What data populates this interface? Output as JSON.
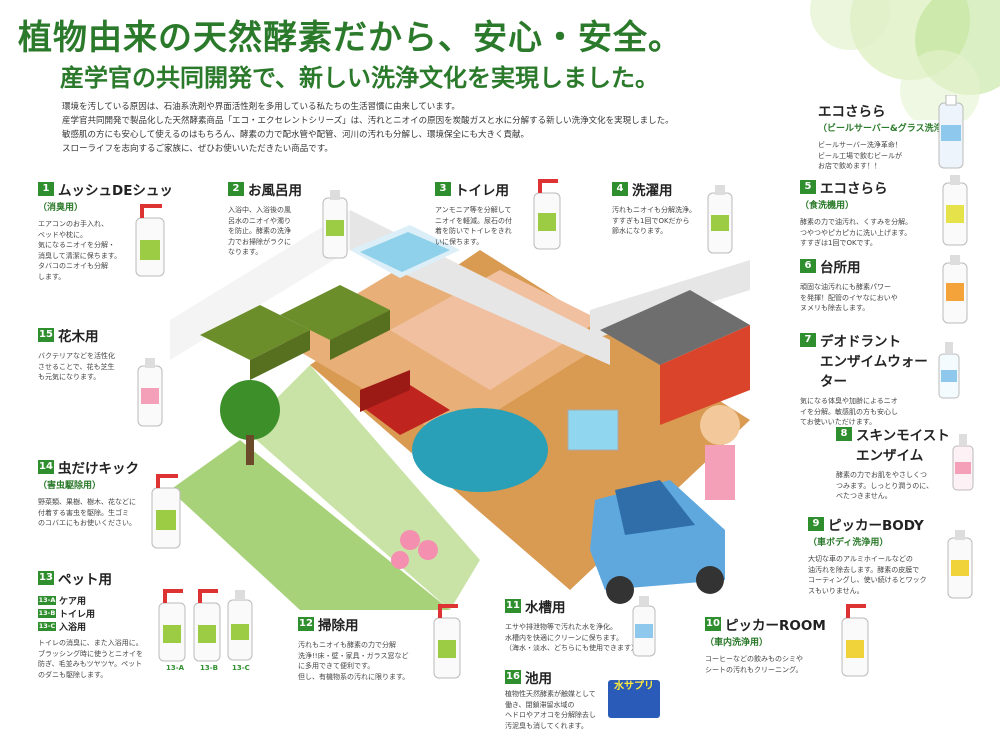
{
  "title": "植物由来の天然酵素だから、安心・安全。",
  "subtitle": "産学官の共同開発で、新しい洗浄文化を実現しました。",
  "intro": [
    "環境を汚している原因は、石油系洗剤や界面活性剤を多用している私たちの生活習慣に由来しています。",
    "産学官共同開発で製品化した天然酵素商品「エコ・エクセレントシリーズ」は、汚れとニオイの原因を炭酸ガスと水に分解する新しい洗浄文化を実現しました。",
    "敏感肌の方にも安心して使えるのはもちろん、酵素の力で配水管や配管、河川の汚れも分解し、環境保全にも大きく貢献。",
    "スローライフを志向するご家族に、ぜひお使いいただきたい商品です。"
  ],
  "beer": {
    "name": "エコさらら",
    "sub": "（ビールサーバー&グラス洗浄酵素）",
    "desc": [
      "ビールサーバー洗浄革命！",
      "ビール工場で飲むビールが",
      "お店で飲めます！！"
    ]
  },
  "products": {
    "p1": {
      "num": "1",
      "name": "ムッシュDEシュッ",
      "sub": "（消臭用）",
      "desc": [
        "エアコンのお手入れ、",
        "ベッドや枕に。",
        "気になるニオイを分解・",
        "消臭して清潔に保ちます。",
        "タバコのニオイも分解",
        "します。"
      ]
    },
    "p2": {
      "num": "2",
      "name": "お風呂用",
      "desc": [
        "入浴中、入浴後の風",
        "呂水のニオイや濁り",
        "を防止。酵素の洗浄",
        "力でお掃除がラクに",
        "なります。"
      ]
    },
    "p3": {
      "num": "3",
      "name": "トイレ用",
      "desc": [
        "アンモニア等を分解して",
        "ニオイを軽減。尿石の付",
        "着を防いでトイレをきれ",
        "いに保ちます。"
      ]
    },
    "p4": {
      "num": "4",
      "name": "洗濯用",
      "desc": [
        "汚れもニオイも分解洗浄。",
        "すすぎも1回でOKだから",
        "節水になります。"
      ]
    },
    "p5": {
      "num": "5",
      "name": "エコさらら",
      "sub": "（食洗機用）",
      "desc": [
        "酵素の力で油汚れ、くすみを分解。",
        "つやつやピカピカに洗い上げます。",
        "すすぎは1回でOKです。"
      ]
    },
    "p6": {
      "num": "6",
      "name": "台所用",
      "desc": [
        "頑固な油汚れにも酵素パワー",
        "を発揮！配管のイヤなにおいや",
        "ヌメリも除去します。"
      ]
    },
    "p7": {
      "num": "7",
      "name": "デオドラント",
      "name2": "エンザイムウォーター",
      "desc": [
        "気になる体臭や加齢によるニオ",
        "イを分解。敏感肌の方も安心し",
        "てお使いいただけます。"
      ]
    },
    "p8": {
      "num": "8",
      "name": "スキンモイスト",
      "name2": "エンザイム",
      "desc": [
        "酵素の力でお肌をやさしくつ",
        "つみます。しっとり潤うのに、",
        "べたつきません。"
      ]
    },
    "p9": {
      "num": "9",
      "name": "ピッカーBODY",
      "sub": "（車ボディ洗浄用）",
      "desc": [
        "大切な車のアルミホイールなどの",
        "油汚れを除去します。酵素の皮膜で",
        "コーティングし、使い続けるとワック",
        "スもいりません。"
      ]
    },
    "p10": {
      "num": "10",
      "name": "ピッカーROOM",
      "sub": "（車内洗浄用）",
      "desc": [
        "コーヒーなどの飲みものシミや",
        "シートの汚れもクリーニング。"
      ]
    },
    "p11": {
      "num": "11",
      "name": "水槽用",
      "desc": [
        "エサや排泄物等で汚れた水を浄化。",
        "水槽内を快適にクリーンに保ちます。",
        "（海水・淡水、どちらにも使用できます）"
      ]
    },
    "p12": {
      "num": "12",
      "name": "掃除用",
      "desc": [
        "汚れもニオイも酵素の力で分解",
        "洗浄!!床・壁・家具・ガラス窓など",
        "に多用できて便利です。",
        "但し、有機物系の汚れに限ります。"
      ]
    },
    "p13": {
      "num": "13",
      "name": "ペット用",
      "items": [
        {
          "tag": "13-A",
          "label": "ケア用"
        },
        {
          "tag": "13-B",
          "label": "トイレ用"
        },
        {
          "tag": "13-C",
          "label": "入浴用"
        }
      ],
      "desc": [
        "トイレの消臭に、また入浴用に。",
        "ブラッシング時に使うとニオイを",
        "防ぎ、毛並みもツヤツヤ。ペット",
        "のダニも駆除します。"
      ],
      "labels": [
        "13-A",
        "13-B",
        "13-C"
      ]
    },
    "p14": {
      "num": "14",
      "name": "虫だけキック",
      "sub": "（害虫駆除用）",
      "desc": [
        "野菜類、果樹、樹木、花などに",
        "付着する害虫を駆除。生ゴミ",
        "のコバエにもお使いください。"
      ]
    },
    "p15": {
      "num": "15",
      "name": "花木用",
      "desc": [
        "バクテリアなどを活性化",
        "させることで、花も芝生",
        "も元気になります。"
      ]
    },
    "p16": {
      "num": "16",
      "name": "池用",
      "pkg": "水サプリ",
      "desc": [
        "植物性天然酵素が触媒として",
        "働き、閉鎖滞留水域の",
        "ヘドロやアオコを分解除去し",
        "汚泥臭も消してくれます。"
      ]
    }
  },
  "colors": {
    "brand_green": "#2f8f2f",
    "title_green": "#2b7a2b"
  }
}
